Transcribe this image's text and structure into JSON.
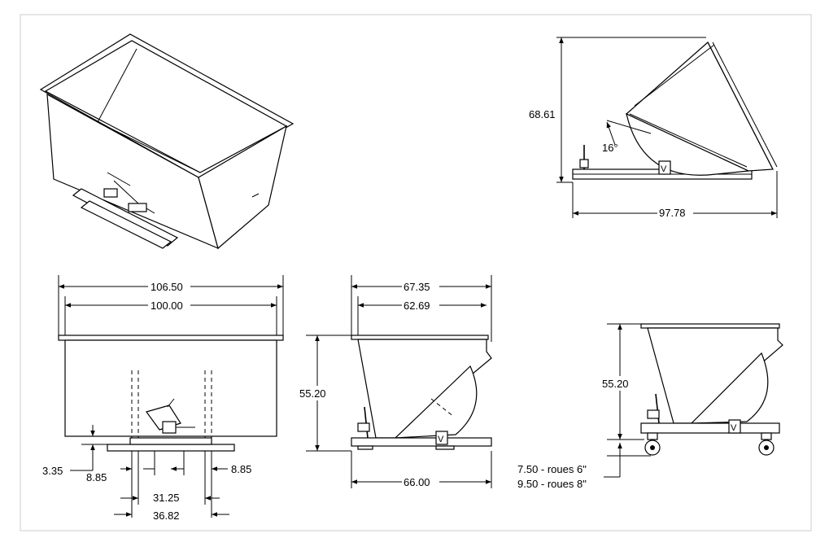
{
  "dimensions": {
    "top_right_height": "68.61",
    "tilt_angle": "16°",
    "top_right_length": "97.78",
    "front_outer_width": "106.50",
    "front_inner_width": "100.00",
    "front_base_gap": "3.35",
    "front_left_offset": "8.85",
    "front_right_offset": "8.85",
    "front_fork_inner": "31.25",
    "front_fork_outer": "36.82",
    "side_outer_length": "67.35",
    "side_inner_length": "62.69",
    "side_height": "55.20",
    "side_base_length": "66.00",
    "caster_height": "55.20",
    "caster_note_6": "7.50 - roues 6\"",
    "caster_note_8": "9.50 - roues 8\""
  },
  "colors": {
    "line": "#000000",
    "frame": "#cccccc",
    "background": "#ffffff"
  }
}
